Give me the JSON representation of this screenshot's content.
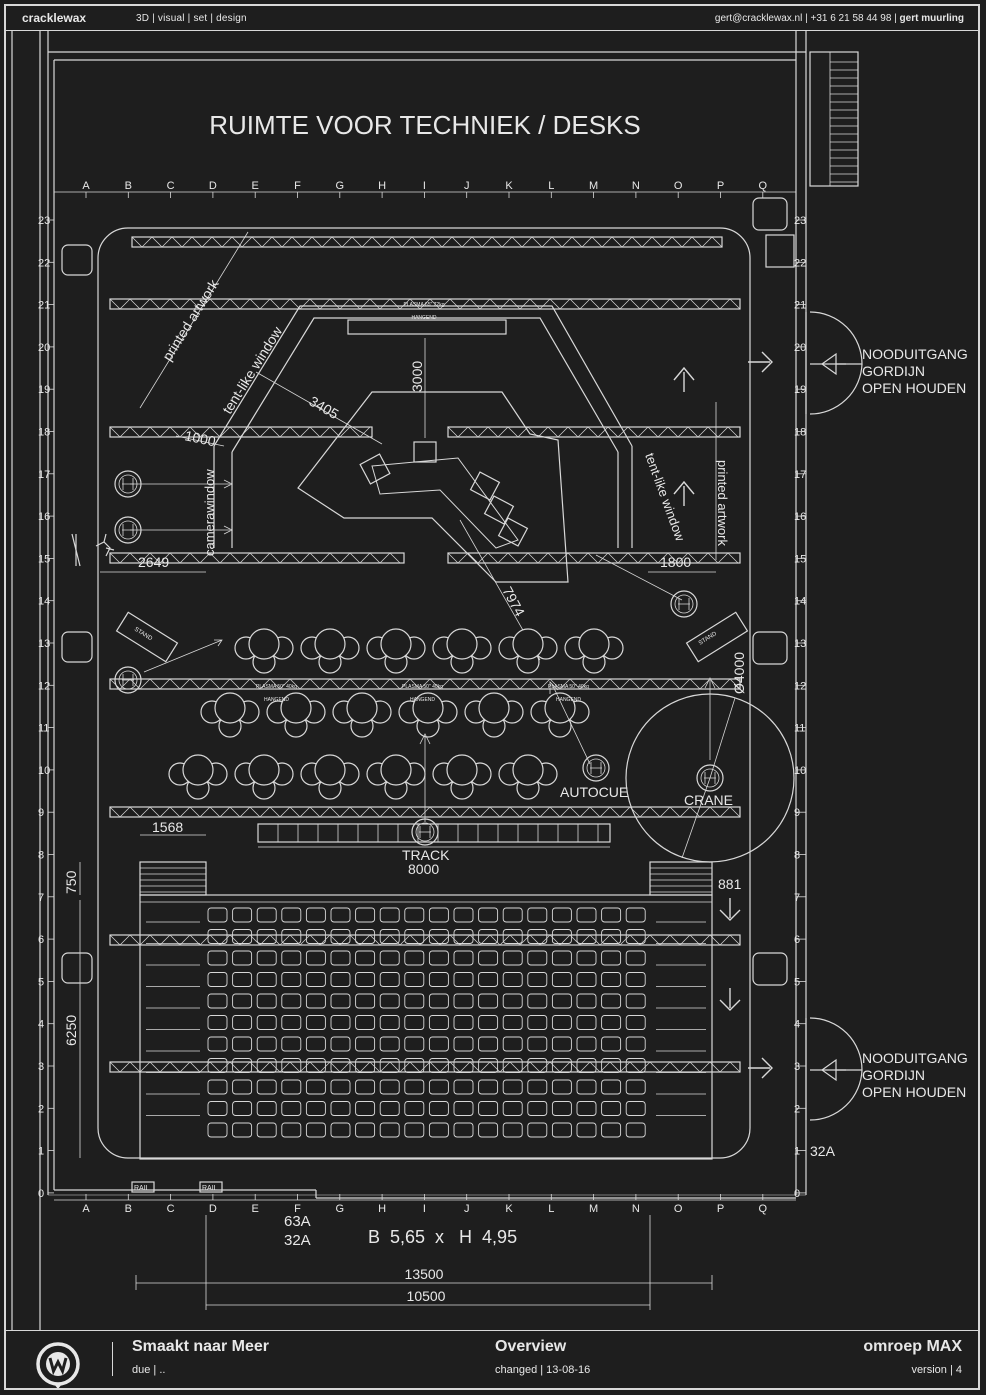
{
  "header": {
    "brand": "cracklewax",
    "tags": "3D | visual | set | design",
    "contact": "gert@cracklewax.nl | +31 6 21 58 44 98 |",
    "designer": "gert muurling"
  },
  "drawing": {
    "title": "RUIMTE VOOR TECHNIEK / DESKS",
    "columns": [
      "A",
      "B",
      "C",
      "D",
      "E",
      "F",
      "G",
      "H",
      "I",
      "J",
      "K",
      "L",
      "M",
      "N",
      "O",
      "P",
      "Q"
    ],
    "rows": [
      "23",
      "22",
      "21",
      "20",
      "19",
      "18",
      "17",
      "16",
      "15",
      "14",
      "13",
      "12",
      "11",
      "10",
      "9",
      "8",
      "7",
      "6",
      "5",
      "4",
      "3",
      "2",
      "1",
      "0"
    ],
    "exit_label": [
      "NOODUITGANG",
      "GORDIJN",
      "OPEN HOUDEN"
    ],
    "labels": {
      "printed_artwork": "printed artwork",
      "tent_window": "tent-like window",
      "camerawindow": "camerawindow",
      "plasma_top": "PLASMA 65\" 72kg",
      "plasma_mid": "PLASMA 50\" 40kg",
      "hangend": "HANGEND",
      "autocue": "AUTOCUE",
      "crane": "CRANE",
      "track": "TRACK",
      "track_len": "8000",
      "power_small": "32A",
      "power_a": "63A",
      "power_b": "32A",
      "door_size": "B  5,65  x   H  4,95",
      "rail": "RAIL",
      "stand": "STAND"
    },
    "dimensions": {
      "d3000": "3000",
      "d3405": "3405",
      "d1000": "1000",
      "d2649": "2649",
      "d1800": "1800",
      "d7974": "7974",
      "d4000": "Ø4000",
      "d1568": "1568",
      "d750": "750",
      "d881": "881",
      "d6250": "6250",
      "d13500": "13500",
      "d10500": "10500"
    }
  },
  "footer": {
    "project": "Smaakt naar Meer",
    "project_sub": "due  |  ..",
    "sheet": "Overview",
    "sheet_sub": "changed  |  13-08-16",
    "client": "omroep MAX",
    "client_sub": "version  |  4"
  }
}
